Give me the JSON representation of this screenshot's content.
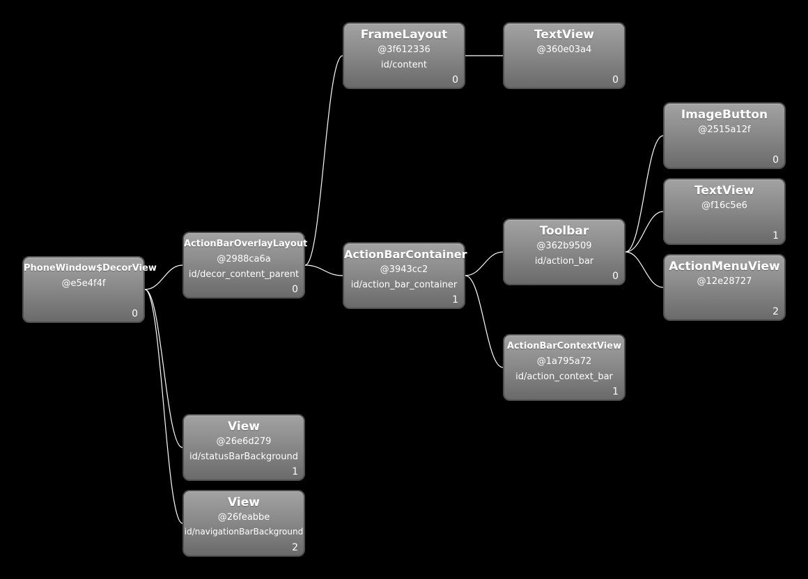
{
  "colors": {
    "background": "#000000",
    "edge": "#ffffff",
    "node_border": "#505050",
    "node_text": "#ffffff"
  },
  "nodes": {
    "decorview": {
      "class_name": "PhoneWindow$DecorView",
      "hash": "@e5e4f4f",
      "view_id": "",
      "index": "0"
    },
    "overlay": {
      "class_name": "ActionBarOverlayLayout",
      "hash": "@2988ca6a",
      "view_id": "id/decor_content_parent",
      "index": "0"
    },
    "frame": {
      "class_name": "FrameLayout",
      "hash": "@3f612336",
      "view_id": "id/content",
      "index": "0"
    },
    "textview_content": {
      "class_name": "TextView",
      "hash": "@360e03a4",
      "view_id": "",
      "index": "0"
    },
    "abcontainer": {
      "class_name": "ActionBarContainer",
      "hash": "@3943cc2",
      "view_id": "id/action_bar_container",
      "index": "1"
    },
    "toolbar": {
      "class_name": "Toolbar",
      "hash": "@362b9509",
      "view_id": "id/action_bar",
      "index": "0"
    },
    "imagebutton": {
      "class_name": "ImageButton",
      "hash": "@2515a12f",
      "view_id": "",
      "index": "0"
    },
    "textview_toolbar": {
      "class_name": "TextView",
      "hash": "@f16c5e6",
      "view_id": "",
      "index": "1"
    },
    "actionmenu": {
      "class_name": "ActionMenuView",
      "hash": "@12e28727",
      "view_id": "",
      "index": "2"
    },
    "contextview": {
      "class_name": "ActionBarContextView",
      "hash": "@1a795a72",
      "view_id": "id/action_context_bar",
      "index": "1"
    },
    "statusbar": {
      "class_name": "View",
      "hash": "@26e6d279",
      "view_id": "id/statusBarBackground",
      "index": "1"
    },
    "navbar": {
      "class_name": "View",
      "hash": "@26feabbe",
      "view_id": "id/navigationBarBackground",
      "index": "2"
    }
  },
  "edges": [
    {
      "from": "decorview",
      "to": "overlay"
    },
    {
      "from": "decorview",
      "to": "statusbar"
    },
    {
      "from": "decorview",
      "to": "navbar"
    },
    {
      "from": "overlay",
      "to": "frame"
    },
    {
      "from": "overlay",
      "to": "abcontainer"
    },
    {
      "from": "frame",
      "to": "textview_content"
    },
    {
      "from": "abcontainer",
      "to": "toolbar"
    },
    {
      "from": "abcontainer",
      "to": "contextview"
    },
    {
      "from": "toolbar",
      "to": "imagebutton"
    },
    {
      "from": "toolbar",
      "to": "textview_toolbar"
    },
    {
      "from": "toolbar",
      "to": "actionmenu"
    }
  ]
}
